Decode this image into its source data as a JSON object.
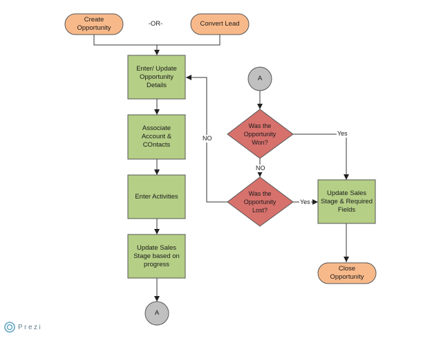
{
  "nodes": {
    "create": "Create\nOpportunity",
    "or": "-OR-",
    "convert": "Convert Lead",
    "enter_update": "Enter/ Update\nOpportunity\nDetails",
    "associate": "Associate\nAccount &\nCOntacts",
    "activities": "Enter Activities",
    "update_progress": "Update Sales\nStage based on\nprogress",
    "connector_bottom": "A",
    "connector_top": "A",
    "won": "Was the\nOpportunity\nWon?",
    "lost": "Was the\nOpportunity\nLost?",
    "update_required": "Update Sales\nStage & Required\nFields",
    "close": "Close\nOpportunity"
  },
  "edges": {
    "won_yes": "Yes",
    "won_no": "NO",
    "lost_yes": "Yes",
    "lost_no": "NO"
  },
  "brand": "Prezi",
  "colors": {
    "start_fill": "#f8b98a",
    "process_fill": "#b5cf86",
    "decision_fill": "#d7716c",
    "connector_fill": "#c0c0c0",
    "stroke": "#555555"
  }
}
